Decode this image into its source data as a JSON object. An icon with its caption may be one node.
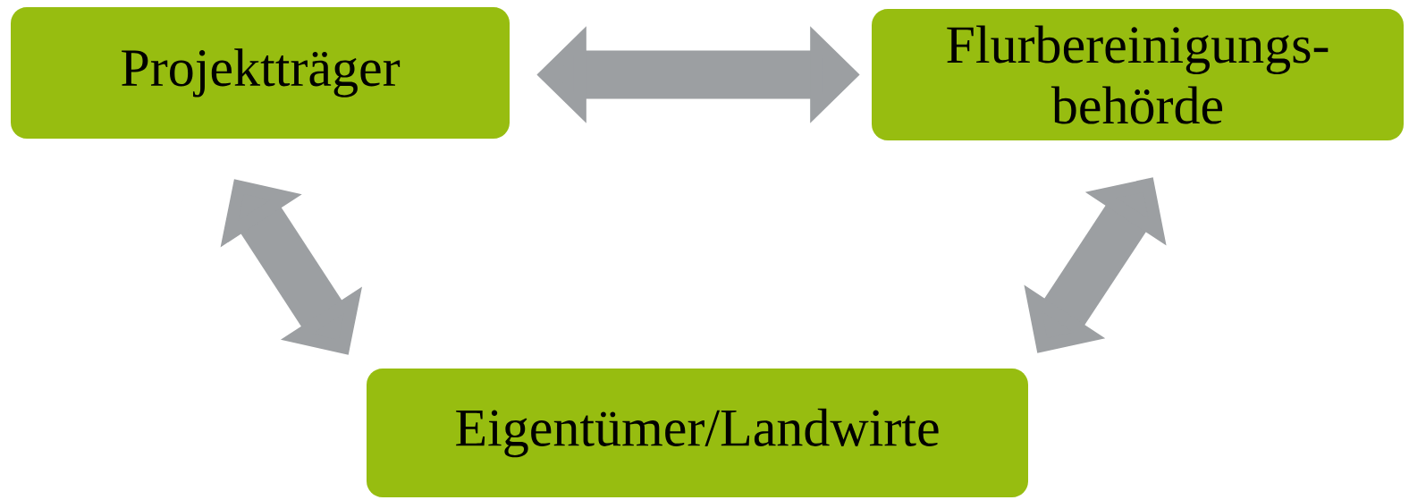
{
  "diagram": {
    "nodes": [
      {
        "text": [
          "Projektträger"
        ]
      },
      {
        "text": [
          "Flurbereinigungs- behörde"
        ]
      },
      {
        "text": [
          "Eigentümer/Landwirte"
        ]
      }
    ],
    "edges": [
      {
        "from": 0,
        "to": 1,
        "arrow": "both"
      },
      {
        "from": 0,
        "to": 2,
        "arrow": "both"
      },
      {
        "from": 1,
        "to": 2,
        "arrow": "both"
      }
    ]
  }
}
